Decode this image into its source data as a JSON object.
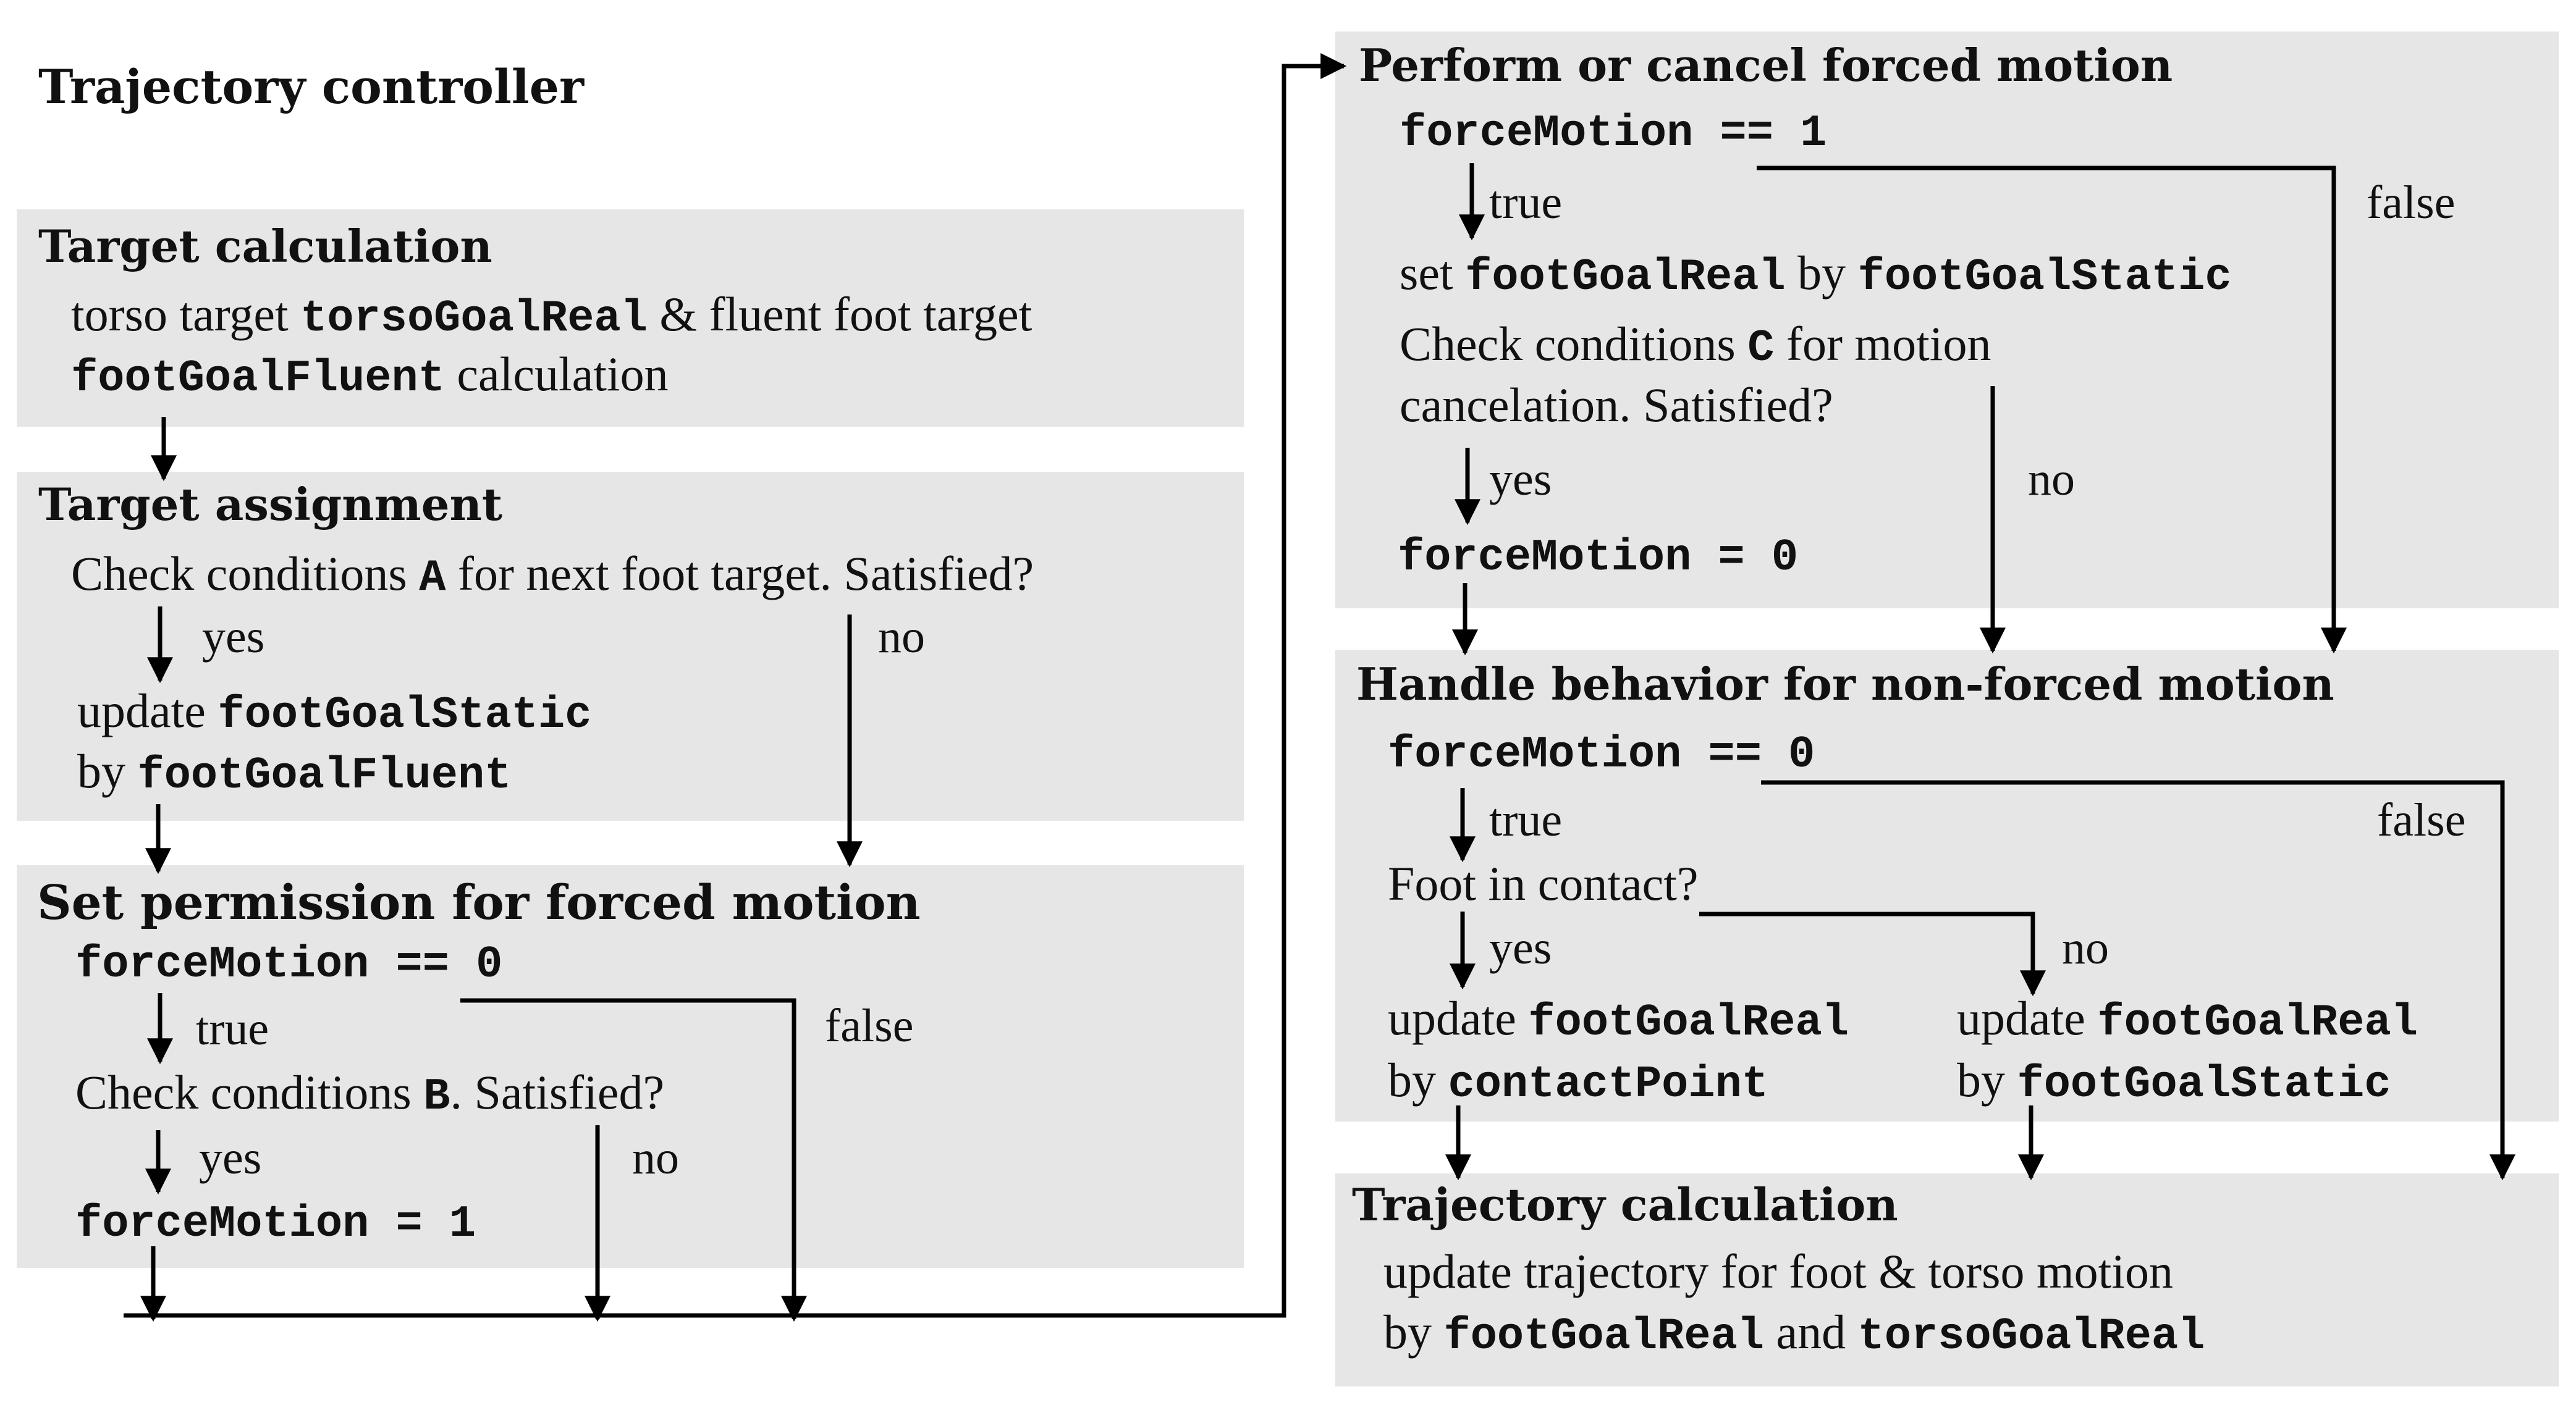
{
  "title": "Trajectory controller",
  "target_calculation": {
    "heading": "Target calculation",
    "line1_a": "torso target",
    "line1_code": "torsoGoalReal",
    "line1_b": "& fluent foot target",
    "line2_code": "footGoalFluent",
    "line2_b": "calculation"
  },
  "target_assignment": {
    "heading": "Target assignment",
    "check_a": "Check conditions",
    "check_code": "A",
    "check_b": "for next foot target. Satisfied?",
    "yes": "yes",
    "no": "no",
    "update_a": "update",
    "update_code": "footGoalStatic",
    "by": "by",
    "by_code": "footGoalFluent"
  },
  "set_permission": {
    "heading": "Set permission for forced motion",
    "cond": "forceMotion == 0",
    "true": "true",
    "false": "false",
    "check_a": "Check conditions",
    "check_code": "B",
    "check_b": ". Satisfied?",
    "yes": "yes",
    "no": "no",
    "assign": "forceMotion = 1"
  },
  "perform_cancel": {
    "heading": "Perform or cancel forced motion",
    "cond": "forceMotion == 1",
    "true": "true",
    "false": "false",
    "set_a": "set",
    "set_code": "footGoalReal",
    "set_by": "by",
    "set_code2": "footGoalStatic",
    "check_a": "Check conditions",
    "check_code": "C",
    "check_b": "for motion",
    "check_line2": "cancelation. Satisfied?",
    "yes": "yes",
    "no": "no",
    "assign": "forceMotion = 0"
  },
  "handle_behavior": {
    "heading": "Handle behavior for non-forced motion",
    "cond": "forceMotion == 0",
    "true": "true",
    "false": "false",
    "contact_q": "Foot in contact?",
    "yes": "yes",
    "no": "no",
    "left_update_a": "update",
    "left_update_code": "footGoalReal",
    "left_by": "by",
    "left_by_code": "contactPoint",
    "right_update_a": "update",
    "right_update_code": "footGoalReal",
    "right_by": "by",
    "right_by_code": "footGoalStatic"
  },
  "trajectory_calculation": {
    "heading": "Trajectory calculation",
    "line1": "update trajectory for foot & torso motion",
    "by": "by",
    "code1": "footGoalReal",
    "and": "and",
    "code2": "torsoGoalReal"
  }
}
